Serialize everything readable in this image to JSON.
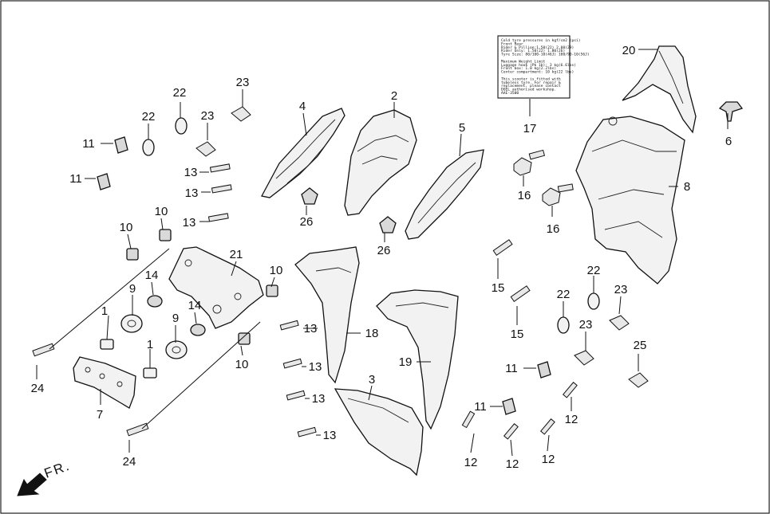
{
  "diagram": {
    "callouts": [
      {
        "id": "c1a",
        "text": "1"
      },
      {
        "id": "c1b",
        "text": "1"
      },
      {
        "id": "c2",
        "text": "2"
      },
      {
        "id": "c3",
        "text": "3"
      },
      {
        "id": "c4",
        "text": "4"
      },
      {
        "id": "c5",
        "text": "5"
      },
      {
        "id": "c6",
        "text": "6"
      },
      {
        "id": "c7",
        "text": "7"
      },
      {
        "id": "c8",
        "text": "8"
      },
      {
        "id": "c9a",
        "text": "9"
      },
      {
        "id": "c9b",
        "text": "9"
      },
      {
        "id": "c10a",
        "text": "10"
      },
      {
        "id": "c10b",
        "text": "10"
      },
      {
        "id": "c10c",
        "text": "10"
      },
      {
        "id": "c10d",
        "text": "10"
      },
      {
        "id": "c11a",
        "text": "11"
      },
      {
        "id": "c11b",
        "text": "11"
      },
      {
        "id": "c11c",
        "text": "11"
      },
      {
        "id": "c11d",
        "text": "11"
      },
      {
        "id": "c12a",
        "text": "12"
      },
      {
        "id": "c12b",
        "text": "12"
      },
      {
        "id": "c12c",
        "text": "12"
      },
      {
        "id": "c12d",
        "text": "12"
      },
      {
        "id": "c13a",
        "text": "13"
      },
      {
        "id": "c13b",
        "text": "13"
      },
      {
        "id": "c13c",
        "text": "13"
      },
      {
        "id": "c13d",
        "text": "13"
      },
      {
        "id": "c13e",
        "text": "13"
      },
      {
        "id": "c13f",
        "text": "13"
      },
      {
        "id": "c13g",
        "text": "13"
      },
      {
        "id": "c14a",
        "text": "14"
      },
      {
        "id": "c14b",
        "text": "14"
      },
      {
        "id": "c15a",
        "text": "15"
      },
      {
        "id": "c15b",
        "text": "15"
      },
      {
        "id": "c16a",
        "text": "16"
      },
      {
        "id": "c16b",
        "text": "16"
      },
      {
        "id": "c17",
        "text": "17"
      },
      {
        "id": "c18",
        "text": "18"
      },
      {
        "id": "c19",
        "text": "19"
      },
      {
        "id": "c20",
        "text": "20"
      },
      {
        "id": "c21",
        "text": "21"
      },
      {
        "id": "c22a",
        "text": "22"
      },
      {
        "id": "c22b",
        "text": "22"
      },
      {
        "id": "c22c",
        "text": "22"
      },
      {
        "id": "c22d",
        "text": "22"
      },
      {
        "id": "c23a",
        "text": "23"
      },
      {
        "id": "c23b",
        "text": "23"
      },
      {
        "id": "c23c",
        "text": "23"
      },
      {
        "id": "c23d",
        "text": "23"
      },
      {
        "id": "c24a",
        "text": "24"
      },
      {
        "id": "c24b",
        "text": "24"
      },
      {
        "id": "c25",
        "text": "25"
      },
      {
        "id": "c26a",
        "text": "26"
      },
      {
        "id": "c26b",
        "text": "26"
      }
    ],
    "direction_label": "FR.",
    "label_17_lines": [
      "Cold tyre pressures in kgf/cm2 (psi)",
      "                    Front     Rear",
      "Rider & Pillion:1.50(22)  2.00(29)",
      "Rider Only:      1.50(22)  1.80(26)",
      "Tyre Size: 80/100-10(46J) 100/90-10(56J)",
      "",
      "Maximum Weight Limit",
      "Luggage hook (Pk 1b): 3 kg(6.6lbs)",
      "Front box:           1.0 kg(2.2lbs)",
      "Center compartment:  10 kg(22 lbs)",
      "",
      "This scooter is fitted with",
      "tubeless tyre. For repair &",
      "replacement, please contact",
      "DOEL authorised workshop.",
      "AAE-3500"
    ]
  }
}
